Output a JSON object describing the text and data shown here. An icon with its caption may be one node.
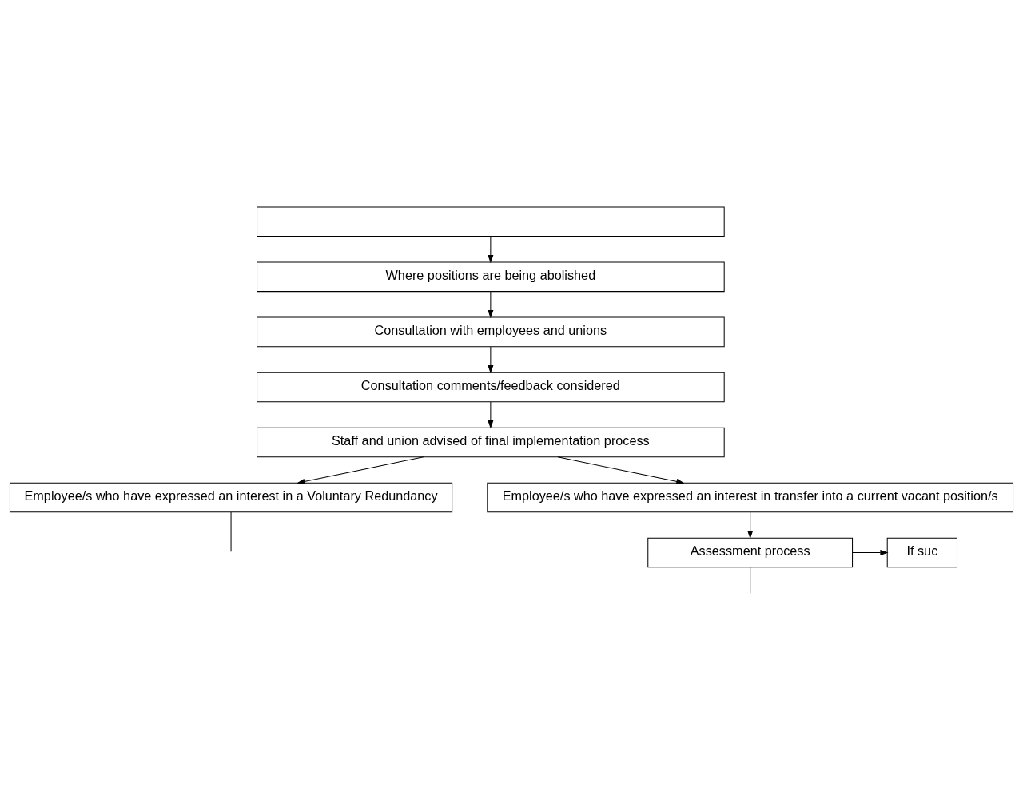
{
  "diagram": {
    "nodes": [
      {
        "text": [],
        "shape": "box"
      },
      {
        "text": [
          "Where positions are being abolished"
        ]
      },
      {
        "text": [
          "Consultation with employees and unions"
        ]
      },
      {
        "text": [
          "Consultation comments/feedback considered"
        ]
      },
      {
        "text": [
          "Staff and union advised of final implementation process"
        ]
      },
      {
        "text": [
          "Employee/s who have expressed an interest in a Voluntary Redundancy"
        ]
      },
      {
        "text": [
          "Employee/s who have expressed an interest in transfer into a current vacant position/s"
        ]
      },
      {
        "text": [
          "Assessment process"
        ]
      },
      {
        "text": [
          "If suc"
        ]
      }
    ],
    "edges": [
      {
        "from": 0,
        "to": 1,
        "arrow": "to"
      },
      {
        "from": 1,
        "to": 2,
        "arrow": "to"
      },
      {
        "from": 2,
        "to": 3,
        "arrow": "to"
      },
      {
        "from": 3,
        "to": 4,
        "arrow": "to"
      },
      {
        "from": 4,
        "to": 5,
        "arrow": "to"
      },
      {
        "from": 4,
        "to": 6,
        "arrow": "to"
      },
      {
        "from": 6,
        "to": 7,
        "arrow": "to"
      },
      {
        "from": 7,
        "to": 8,
        "arrow": "to"
      },
      {
        "from": 5,
        "to": null,
        "arrow": "none"
      },
      {
        "from": 7,
        "to": null,
        "arrow": "none"
      }
    ]
  }
}
